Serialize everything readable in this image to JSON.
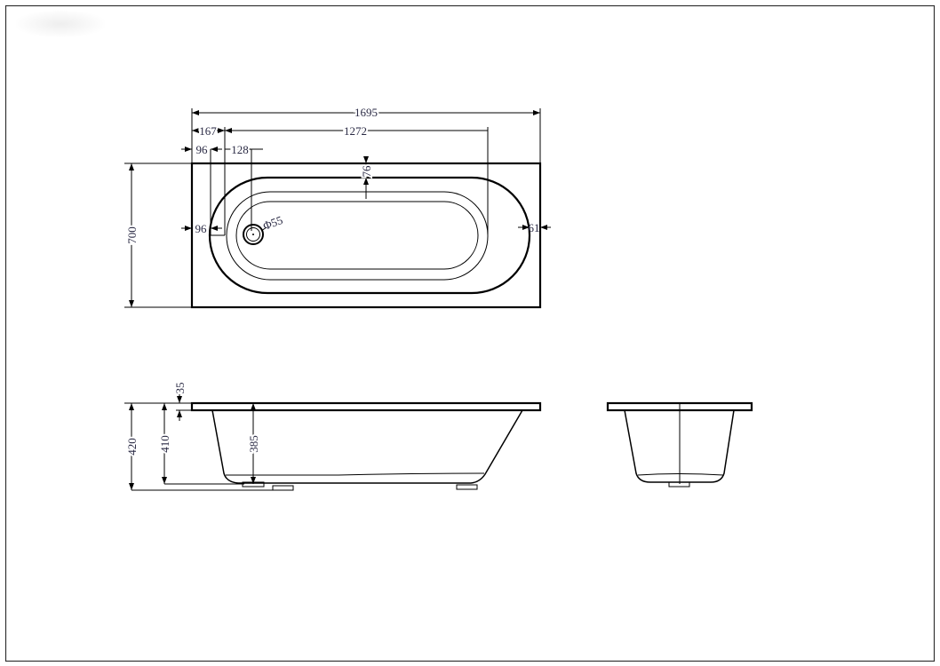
{
  "drawing": {
    "subject": "bathtub",
    "views": [
      "plan",
      "side",
      "end"
    ],
    "colors": {
      "line": "#000000",
      "dimension_text": "#2a2a44",
      "frame": "#333333"
    }
  },
  "plan_view": {
    "overall_length": "1695",
    "overall_width": "700",
    "rim_left_to_inner": "167",
    "inner_length": "1272",
    "rim_left_offset": "96",
    "drain_offset": "128",
    "rim_top": "76",
    "rim_side_left": "96",
    "rim_side_right": "61",
    "drain_diameter": "Φ55"
  },
  "side_view": {
    "overall_height": "420",
    "body_height": "410",
    "inner_depth": "385",
    "rim_thickness": "35"
  }
}
